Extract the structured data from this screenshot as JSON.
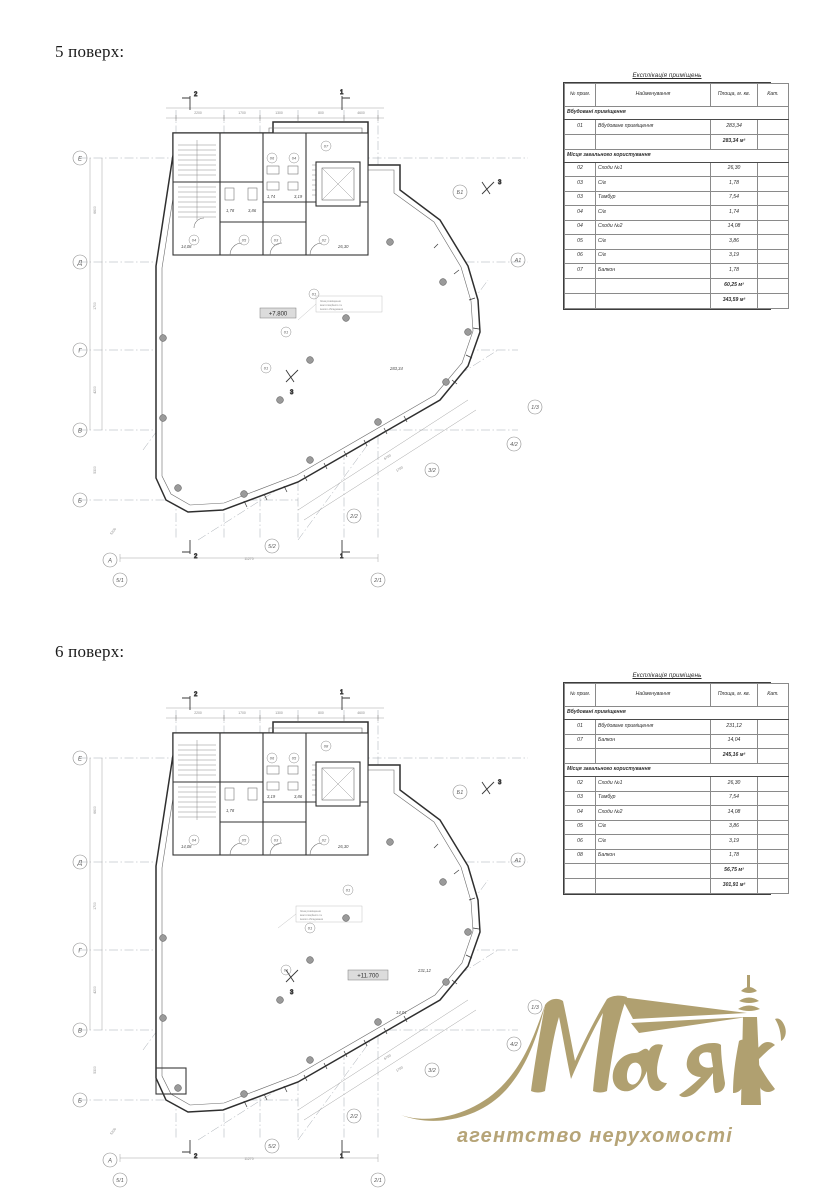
{
  "document": {
    "language": "uk",
    "background_color": "#ffffff"
  },
  "floors": [
    {
      "heading": "5 поверх:",
      "elevation_marker": "+7.800",
      "table": {
        "title": "Експлікація приміщень",
        "headers": {
          "number": "№ прим.",
          "name": "Найменування",
          "area": "Площа, м. кв.",
          "category": "Кат."
        },
        "groups": [
          {
            "label": "Вбудовані приміщення",
            "rows": [
              {
                "number": "01",
                "name": "Вбудоване приміщення",
                "area": "283,34",
                "category": ""
              }
            ],
            "subtotal": "283,34 м²"
          },
          {
            "label": "Місця загального користування",
            "rows": [
              {
                "number": "02",
                "name": "Сходи №1",
                "area": "26,30",
                "category": ""
              },
              {
                "number": "03",
                "name": "С/в",
                "area": "1,78",
                "category": ""
              },
              {
                "number": "03",
                "name": "Тамбур",
                "area": "7,54",
                "category": ""
              },
              {
                "number": "04",
                "name": "С/в",
                "area": "1,74",
                "category": ""
              },
              {
                "number": "04",
                "name": "Сходи №2",
                "area": "14,08",
                "category": ""
              },
              {
                "number": "05",
                "name": "С/в",
                "area": "3,86",
                "category": ""
              },
              {
                "number": "06",
                "name": "С/в",
                "area": "3,19",
                "category": ""
              },
              {
                "number": "07",
                "name": "Балкон",
                "area": "1,78",
                "category": ""
              }
            ],
            "subtotal": "60,25 м²"
          }
        ],
        "total": "343,59 м²"
      },
      "axis_labels_left": [
        "Е",
        "Д",
        "Г",
        "В",
        "Б",
        "А"
      ],
      "axis_labels_right": [
        "Б1",
        "А1"
      ],
      "axis_labels_bottom": [
        "5/1",
        "5/2",
        "2/2",
        "2/1",
        "4/2",
        "3/2",
        "1/3"
      ],
      "section_marks": [
        "1",
        "2",
        "3"
      ],
      "note": "Зона розміщення вентиляційного та іншого обладнання",
      "dimensions_top": [
        "600",
        "2200",
        "600",
        "1700",
        "600",
        "1300",
        "800",
        "4600",
        "500"
      ],
      "dimensions_left": [
        "6600",
        "1700",
        "4200",
        "5300"
      ],
      "dimensions_bottom": [
        "11270",
        "6700",
        "1700"
      ],
      "room_labels": [
        "14,08",
        "26,30",
        "3,86",
        "3,19",
        "1,78",
        "1,74",
        "7,54",
        "283,34"
      ]
    },
    {
      "heading": "6 поверх:",
      "elevation_marker": "+11.700",
      "table": {
        "title": "Експлікація приміщень",
        "headers": {
          "number": "№ прим.",
          "name": "Найменування",
          "area": "Площа, м. кв.",
          "category": "Кат."
        },
        "groups": [
          {
            "label": "Вбудовані приміщення",
            "rows": [
              {
                "number": "01",
                "name": "Вбудоване приміщення",
                "area": "231,12",
                "category": ""
              },
              {
                "number": "07",
                "name": "Балкон",
                "area": "14,04",
                "category": ""
              }
            ],
            "subtotal": "245,16 м²"
          },
          {
            "label": "Місця загального користування",
            "rows": [
              {
                "number": "02",
                "name": "Сходи №1",
                "area": "26,30",
                "category": ""
              },
              {
                "number": "03",
                "name": "Тамбур",
                "area": "7,54",
                "category": ""
              },
              {
                "number": "04",
                "name": "Сходи №2",
                "area": "14,08",
                "category": ""
              },
              {
                "number": "05",
                "name": "С/в",
                "area": "3,86",
                "category": ""
              },
              {
                "number": "06",
                "name": "С/в",
                "area": "3,19",
                "category": ""
              },
              {
                "number": "08",
                "name": "Балкон",
                "area": "1,78",
                "category": ""
              }
            ],
            "subtotal": "56,75 м²"
          }
        ],
        "total": "301,91 м²"
      },
      "axis_labels_left": [
        "Е",
        "Д",
        "Г",
        "В",
        "Б",
        "А"
      ],
      "axis_labels_right": [
        "Б1",
        "А1"
      ],
      "axis_labels_bottom": [
        "5/1",
        "5/2",
        "2/2",
        "2/1",
        "4/2",
        "3/2",
        "1/3"
      ],
      "section_marks": [
        "1",
        "2",
        "3"
      ],
      "note": "Зона розміщення вентиляційного та іншого обладнання",
      "dimensions_top": [
        "600",
        "2200",
        "600",
        "1700",
        "600",
        "1300",
        "800",
        "4600",
        "500"
      ],
      "dimensions_left": [
        "6600",
        "1700",
        "4200",
        "5300"
      ],
      "dimensions_bottom": [
        "11270",
        "6700",
        "1700"
      ],
      "room_labels": [
        "14,08",
        "26,30",
        "3,86",
        "3,19",
        "1,78",
        "231,12",
        "14,04"
      ]
    }
  ],
  "watermark": {
    "brand": "Маяк",
    "tagline": "агентство нерухомості",
    "color": "#b6a477",
    "icon": "lighthouse-icon"
  }
}
